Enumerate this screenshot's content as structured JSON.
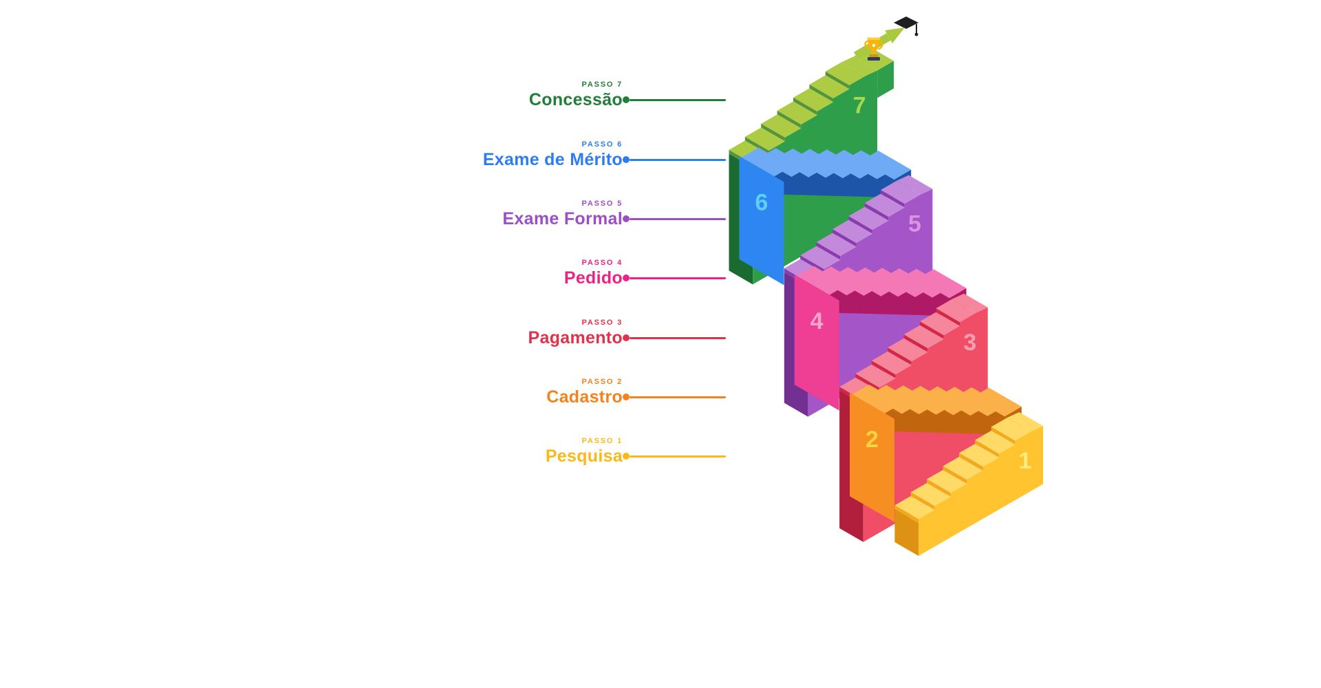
{
  "staircase": {
    "steps": [
      {
        "passo": "PASSO 7",
        "label": "Concessão",
        "number": "7",
        "accent": "#1F7F39",
        "face": "#2F9E4A",
        "tread": "#AECB44",
        "riser": "#56943B",
        "deep": "#1A6B30",
        "num": "#A5D94E"
      },
      {
        "passo": "PASSO 6",
        "label": "Exame de Mérito",
        "number": "6",
        "accent": "#2D7DF0",
        "face": "#2E86F2",
        "tread": "#6FAAF6",
        "riser": "#2368CC",
        "deep": "#1D55A8",
        "num": "#5FD0F5"
      },
      {
        "passo": "PASSO 5",
        "label": "Exame Formal",
        "number": "5",
        "accent": "#9C4EC4",
        "face": "#A455C8",
        "tread": "#C38ADB",
        "riser": "#8A3BAE",
        "deep": "#733093",
        "num": "#DD93DF"
      },
      {
        "passo": "PASSO 4",
        "label": "Pedido",
        "number": "4",
        "accent": "#EC2386",
        "face": "#EE3F94",
        "tread": "#F478B5",
        "riser": "#D31D77",
        "deep": "#AF1A66",
        "num": "#F8A6CE"
      },
      {
        "passo": "PASSO 3",
        "label": "Pagamento",
        "number": "3",
        "accent": "#E5304C",
        "face": "#EF4E66",
        "tread": "#F5869B",
        "riser": "#D42745",
        "deep": "#B21F3C",
        "num": "#F9A0B0"
      },
      {
        "passo": "PASSO 2",
        "label": "Cadastro",
        "number": "2",
        "accent": "#F58220",
        "face": "#F78E22",
        "tread": "#FBB04A",
        "riser": "#E0761A",
        "deep": "#C2650F",
        "num": "#FFD23F"
      },
      {
        "passo": "PASSO 1",
        "label": "Pesquisa",
        "number": "1",
        "accent": "#FBB917",
        "face": "#FFC430",
        "tread": "#FFDA67",
        "riser": "#F2A91C",
        "deep": "#DD9214",
        "num": "#FFEB80"
      }
    ],
    "trophy": {
      "cup": "#F5B50A",
      "rim": "#FFCE3C",
      "base": "#2B3A67",
      "accent": "#D49507",
      "star": "#FFFFFF"
    },
    "arrow_color": "#A9C93F",
    "cap_color": "#1F1F1F"
  }
}
